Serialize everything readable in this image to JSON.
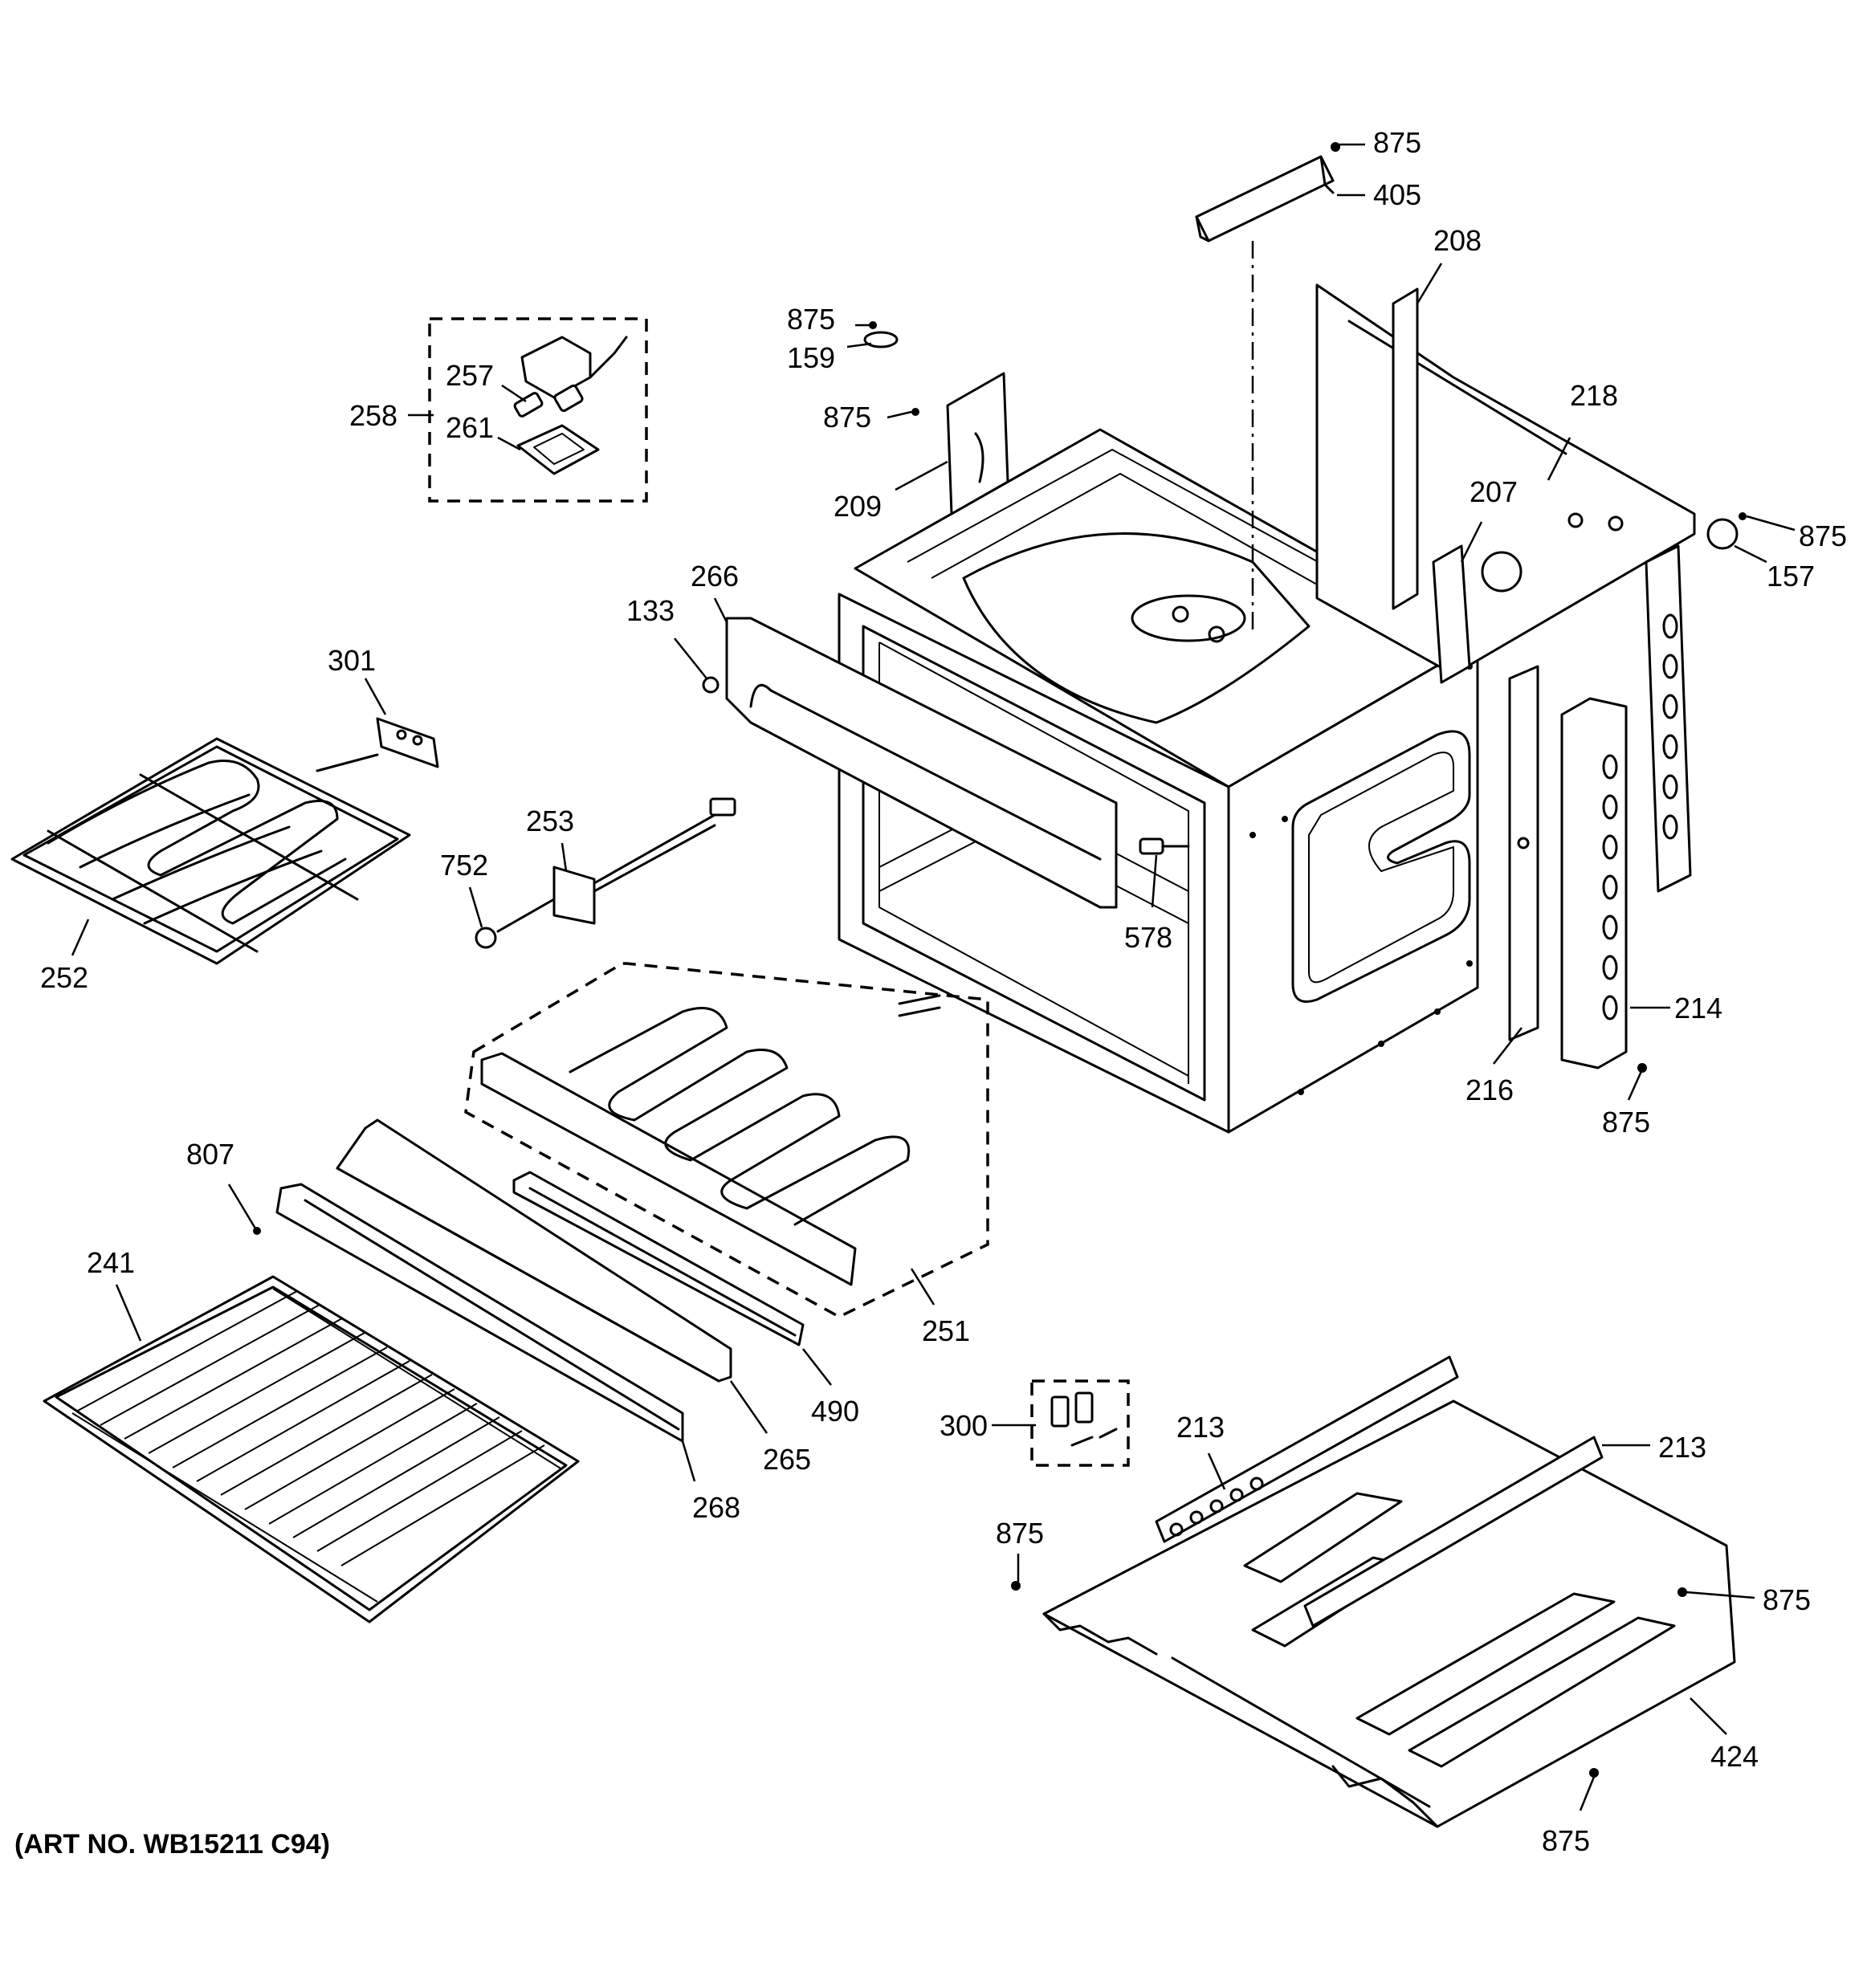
{
  "art_no": "(ART NO. WB15211 C94)",
  "callouts": {
    "c875a": "875",
    "c405": "405",
    "c208": "208",
    "c875b": "875",
    "c159": "159",
    "c257": "257",
    "c258": "258",
    "c261": "261",
    "c875c": "875",
    "c209": "209",
    "c218": "218",
    "c207": "207",
    "c875d": "875",
    "c157": "157",
    "c266": "266",
    "c133": "133",
    "c301": "301",
    "c253": "253",
    "c752": "752",
    "c578": "578",
    "c252": "252",
    "c214": "214",
    "c216": "216",
    "c875e": "875",
    "c807": "807",
    "c241": "241",
    "c251": "251",
    "c490": "490",
    "c300": "300",
    "c213a": "213",
    "c213b": "213",
    "c265": "265",
    "c268": "268",
    "c875f": "875",
    "c875g": "875",
    "c424": "424",
    "c875h": "875"
  }
}
